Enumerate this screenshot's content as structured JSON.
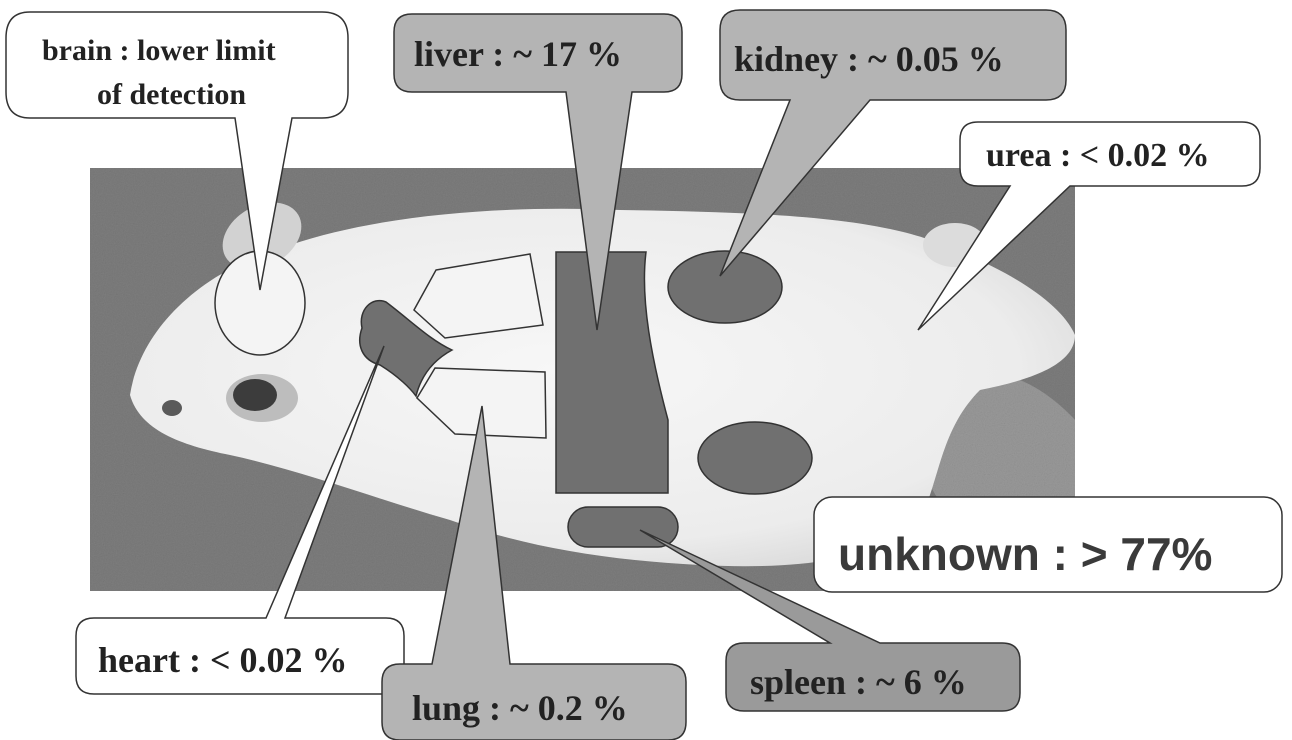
{
  "colors": {
    "dark_organ": "#707070",
    "light_organ": "#f4f4f4",
    "light_callout": "#ffffff",
    "gray_callout": "#b4b4b4",
    "dark_callout": "#9a9a9a",
    "outline": "#333333",
    "photo_bg": "#7e7e7e"
  },
  "callouts": {
    "brain": {
      "line1": "brain : lower limit",
      "line2": "of detection"
    },
    "liver": {
      "text": "liver :  ~ 17 %"
    },
    "kidney": {
      "text": "kidney : ~ 0.05 %"
    },
    "urea": {
      "text": "urea : < 0.02 %"
    },
    "unknown": {
      "text": "unknown : > 77%"
    },
    "heart": {
      "text": "heart : < 0.02 %"
    },
    "lung": {
      "text": "lung :  ~ 0.2 %"
    },
    "spleen": {
      "text": "spleen :  ~ 6 %"
    }
  },
  "image": {
    "subject": "mouse-photo"
  }
}
